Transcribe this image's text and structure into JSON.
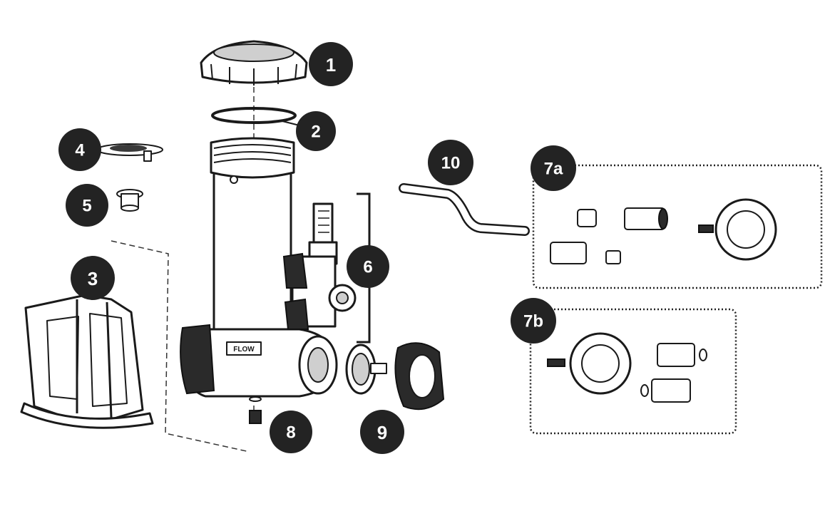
{
  "colors": {
    "badge_fill": "#232323",
    "badge_text": "#ffffff",
    "line": "#1a1a1a"
  },
  "callouts": {
    "c1": "1",
    "c2": "2",
    "c3": "3",
    "c4": "4",
    "c5": "5",
    "c6": "6",
    "c7a": "7a",
    "c7b": "7b",
    "c8": "8",
    "c9": "9",
    "c10": "10"
  }
}
